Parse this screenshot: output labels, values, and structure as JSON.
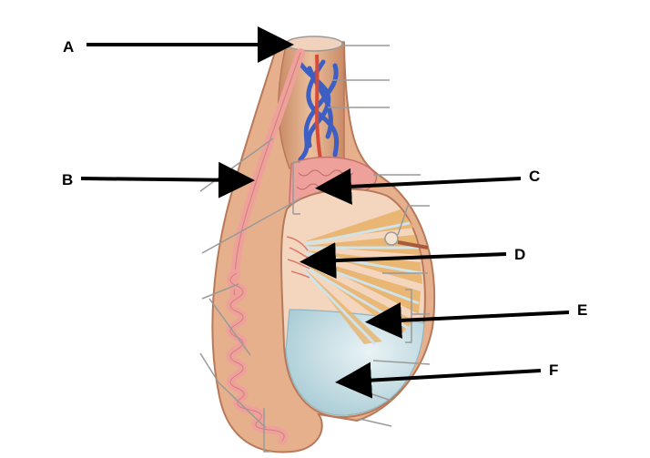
{
  "labels": {
    "a": "A",
    "b": "B",
    "c": "C",
    "d": "D",
    "e": "E",
    "f": "F"
  },
  "colors": {
    "skin_tan": "#e8b590",
    "skin_dark": "#c98a66",
    "tubule_pink": "#eea09a",
    "tubule_outline": "#c5706d",
    "vein_blue": "#3d5fc4",
    "artery_red": "#d84a38",
    "lobule_yellow": "#e8b36a",
    "septa_blue": "#cfe3ea",
    "tunica_blue": "#b7d6df",
    "leader_gray": "#9a9a9a",
    "arrow_black": "#000000"
  }
}
